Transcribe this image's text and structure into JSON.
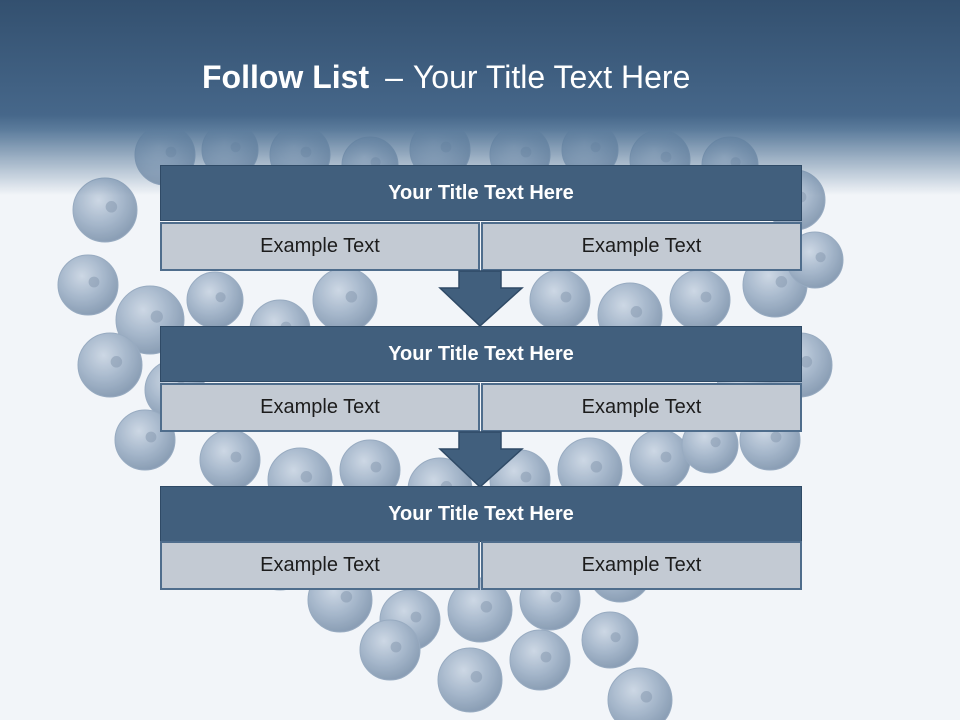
{
  "slide": {
    "title_bold": "Follow List",
    "title_dash": "–",
    "title_rest": "Your Title Text Here"
  },
  "blocks": [
    {
      "title": "Your Title Text Here",
      "left": "Example Text",
      "right": "Example Text"
    },
    {
      "title": "Your Title Text Here",
      "left": "Example Text",
      "right": "Example Text"
    },
    {
      "title": "Your Title Text Here",
      "left": "Example Text",
      "right": "Example Text"
    }
  ],
  "colors": {
    "header_dark": "#33506f",
    "block_title": "#415f7d",
    "block_cell": "#c3cad3",
    "arrow": "#415f7d",
    "berry": "#9fb2c7"
  },
  "icons": [
    "down-arrow-icon",
    "blueberries-background"
  ]
}
